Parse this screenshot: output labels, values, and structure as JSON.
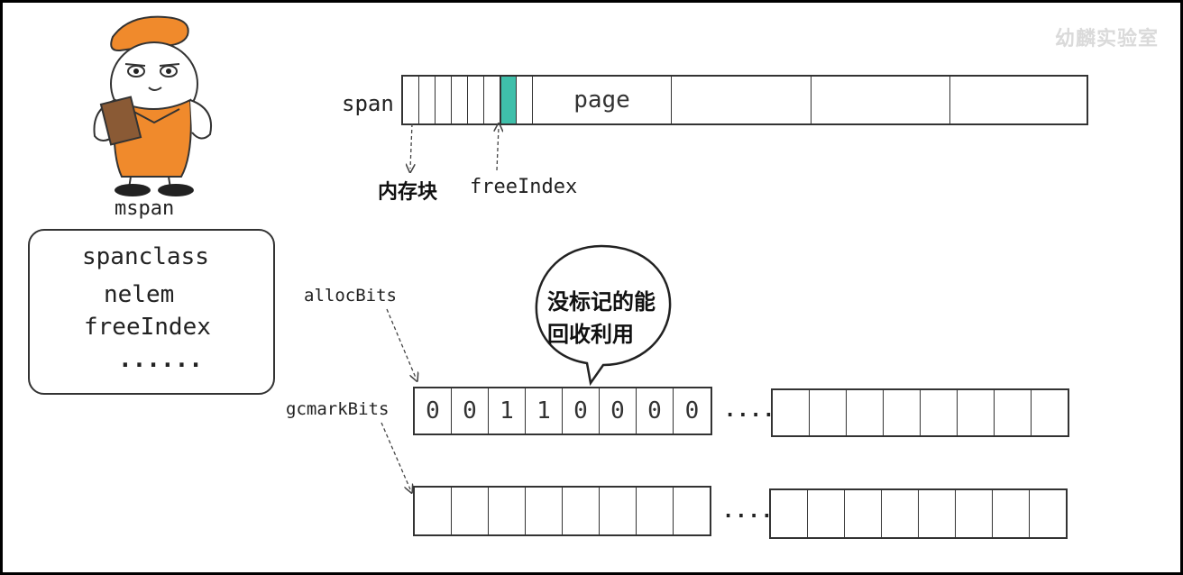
{
  "watermark": "幼麟实验室",
  "mascot_label": "mspan",
  "fields": [
    "spanclass",
    "nelem",
    "freeIndex",
    "......"
  ],
  "span_label": "span",
  "page_label": "page",
  "memory_block_label": "内存块",
  "freeindex_label": "freeIndex",
  "allocbits_label": "allocBits",
  "gcmarkbits_label": "gcmarkBits",
  "bubble_text": [
    "没标记的能",
    "回收利用"
  ],
  "alloc_bits": [
    "0",
    "0",
    "1",
    "1",
    "0",
    "0",
    "0",
    "0"
  ],
  "ellipsis": "......",
  "colors": {
    "freeindex_block": "#3fbfaa",
    "mascot_orange": "#f08a2c"
  }
}
